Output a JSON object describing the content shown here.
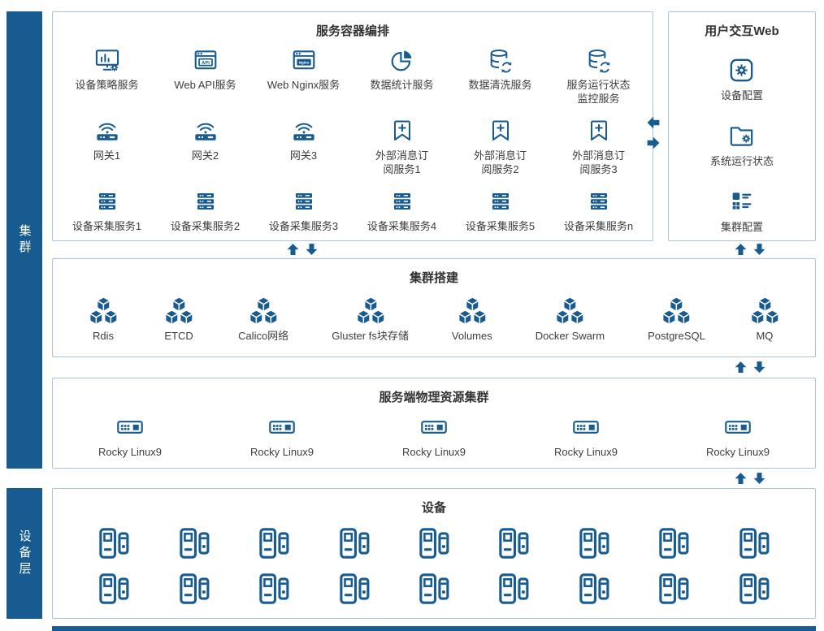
{
  "colors": {
    "primary": "#185b91",
    "panel_border": "#adc2d8",
    "background": "#ffffff",
    "label_text": "#3d3d3d"
  },
  "sidebar": {
    "cluster_label": "集群",
    "device_layer_label": "设备层"
  },
  "orchestration": {
    "title": "服务容器编排",
    "row1": [
      {
        "label": "设备策略服务",
        "icon": "monitor-gear-icon"
      },
      {
        "label": "Web API服务",
        "icon": "browser-window-icon",
        "badge": "API"
      },
      {
        "label": "Web Nginx服务",
        "icon": "browser-window-icon",
        "badge": "Nginx"
      },
      {
        "label": "数据统计服务",
        "icon": "pie-chart-icon"
      },
      {
        "label": "数据清洗服务",
        "icon": "database-refresh-icon"
      },
      {
        "label": "服务运行状态监控服务",
        "icon": "database-refresh-icon"
      }
    ],
    "row2": [
      {
        "label": "网关1",
        "icon": "gateway-icon"
      },
      {
        "label": "网关2",
        "icon": "gateway-icon"
      },
      {
        "label": "网关3",
        "icon": "gateway-icon"
      },
      {
        "label": "外部消息订阅服务1",
        "icon": "bookmark-plus-icon"
      },
      {
        "label": "外部消息订阅服务2",
        "icon": "bookmark-plus-icon"
      },
      {
        "label": "外部消息订阅服务3",
        "icon": "bookmark-plus-icon"
      }
    ],
    "row3": [
      {
        "label": "设备采集服务1",
        "icon": "server-stack-icon"
      },
      {
        "label": "设备采集服务2",
        "icon": "server-stack-icon"
      },
      {
        "label": "设备采集服务3",
        "icon": "server-stack-icon"
      },
      {
        "label": "设备采集服务4",
        "icon": "server-stack-icon"
      },
      {
        "label": "设备采集服务5",
        "icon": "server-stack-icon"
      },
      {
        "label": "设备采集服务n",
        "icon": "server-stack-icon"
      }
    ]
  },
  "user_web": {
    "title": "用户交互Web",
    "items": [
      {
        "label": "设备配置",
        "icon": "gear-square-icon"
      },
      {
        "label": "系统运行状态",
        "icon": "folder-gear-icon"
      },
      {
        "label": "集群配置",
        "icon": "grid-list-icon"
      }
    ]
  },
  "cluster_setup": {
    "title": "集群搭建",
    "items": [
      {
        "label": "Rdis",
        "icon": "cubes-icon"
      },
      {
        "label": "ETCD",
        "icon": "cubes-icon"
      },
      {
        "label": "Calico网络",
        "icon": "cubes-icon"
      },
      {
        "label": "Gluster fs块存储",
        "icon": "cubes-icon"
      },
      {
        "label": "Volumes",
        "icon": "cubes-icon"
      },
      {
        "label": "Docker Swarm",
        "icon": "cubes-icon"
      },
      {
        "label": "PostgreSQL",
        "icon": "cubes-icon"
      },
      {
        "label": "MQ",
        "icon": "cubes-icon"
      }
    ]
  },
  "physical_cluster": {
    "title": "服务端物理资源集群",
    "items": [
      {
        "label": "Rocky Linux9",
        "icon": "industrial-pc-icon"
      },
      {
        "label": "Rocky Linux9",
        "icon": "industrial-pc-icon"
      },
      {
        "label": "Rocky Linux9",
        "icon": "industrial-pc-icon"
      },
      {
        "label": "Rocky Linux9",
        "icon": "industrial-pc-icon"
      },
      {
        "label": "Rocky Linux9",
        "icon": "industrial-pc-icon"
      }
    ]
  },
  "device_layer": {
    "title": "设备",
    "device_icon": "access-device-icon",
    "rows": 2,
    "columns": 9
  }
}
